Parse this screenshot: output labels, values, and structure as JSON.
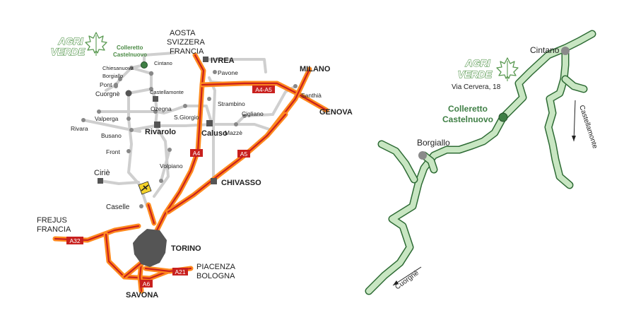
{
  "brand": {
    "name_line1": "AGRI",
    "name_line2": "VERDE",
    "color": "#5a9a52",
    "icon": "maple-leaf-icon"
  },
  "overview_map": {
    "target": {
      "line1": "Colleretto",
      "line2": "Castelnuovo"
    },
    "places": {
      "aosta": "AOSTA",
      "svizzera": "SVIZZERA",
      "francia_n": "FRANCIA",
      "ivrea": "IVREA",
      "milano": "MILANO",
      "genova": "GENOVA",
      "chivasso": "CHIVASSO",
      "torino": "TORINO",
      "frejus": "FREJUS",
      "francia_w": "FRANCIA",
      "piacenza": "PIACENZA",
      "bologna": "BOLOGNA",
      "savona": "SAVONA",
      "cintano": "Cintano",
      "chiesanuova": "Chiesanuova",
      "borgiallo": "Borgiallo",
      "pont": "Pont",
      "cuorgne": "Cuorgnè",
      "castellamonte": "Castellamonte",
      "ozegna": "Ozegna",
      "valperga": "Valperga",
      "rivara": "Rivara",
      "busano": "Busano",
      "rivarolo": "Rivarolo",
      "sgiorgio": "S.Giorgio",
      "front": "Front",
      "volpiano": "Volpiano",
      "cirie": "Ciriè",
      "caselle": "Caselle",
      "pavone": "Pavone",
      "strambino": "Strambino",
      "cigliano": "Cigliano",
      "caluso": "Caluso",
      "mazze": "Mazzè",
      "santhia": "Santhià"
    },
    "motorways": {
      "a4a5": "A4-A5",
      "a4": "A4",
      "a5": "A5",
      "a32": "A32",
      "a21": "A21",
      "a6": "A6"
    },
    "colors": {
      "motorway_outer": "#ff8a1e",
      "motorway_inner": "#c8201e",
      "road": "#cfcfcf",
      "city": "#555555"
    }
  },
  "detail_map": {
    "address": "Via Cervera, 18",
    "target": {
      "line1": "Colleretto",
      "line2": "Castelnuovo"
    },
    "places": {
      "cintano": "Cintano",
      "borgiallo": "Borgiallo"
    },
    "directions": {
      "castellamonte": "Castellamonte",
      "cuorgne": "Cuorgnè"
    },
    "colors": {
      "road_fill": "#c8e6c2",
      "road_edge": "#2d6b34",
      "target": "#3f7f45",
      "town": "#8a8a8a"
    }
  }
}
